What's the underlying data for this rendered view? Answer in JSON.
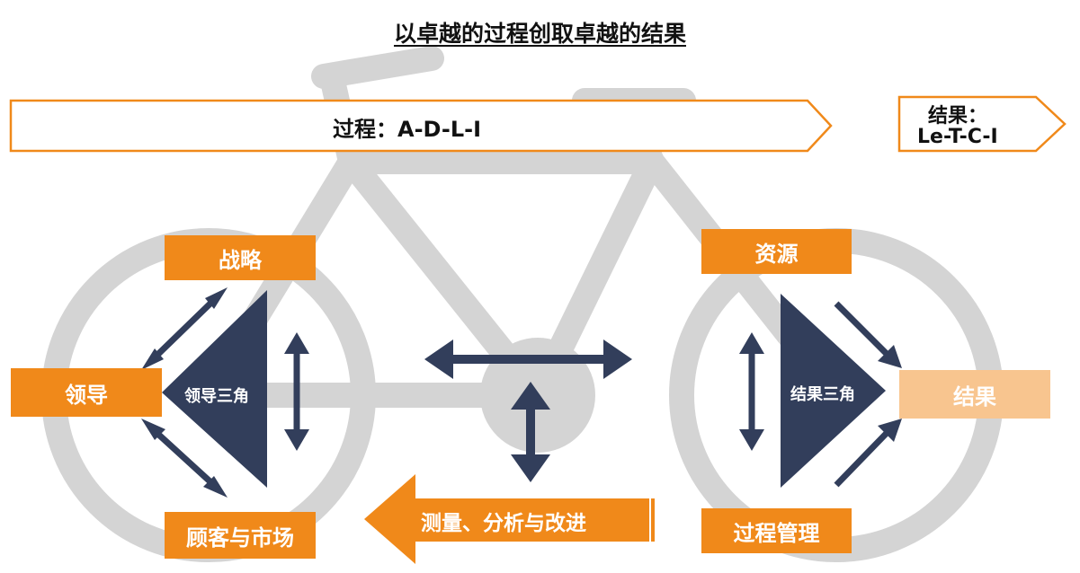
{
  "title": "以卓越的过程创取卓越的结果",
  "process_arrow": {
    "label": "过程：A-D-L-I"
  },
  "result_arrow": {
    "line1": "结果：",
    "line2": "Le-T-C-I"
  },
  "boxes": {
    "strategy": "战略",
    "leadership": "领导",
    "customers": "顾客与市场",
    "resources": "资源",
    "process_mgmt": "过程管理",
    "results": "结果"
  },
  "triangles": {
    "leadership": "领导三角",
    "results": "结果三角"
  },
  "measure_arrow": {
    "label": "测量、分析与改进"
  },
  "colors": {
    "orange": "#F0891A",
    "light_orange": "#F8C58F",
    "navy": "#323E5B",
    "bike_gray": "#D4D4D4"
  }
}
